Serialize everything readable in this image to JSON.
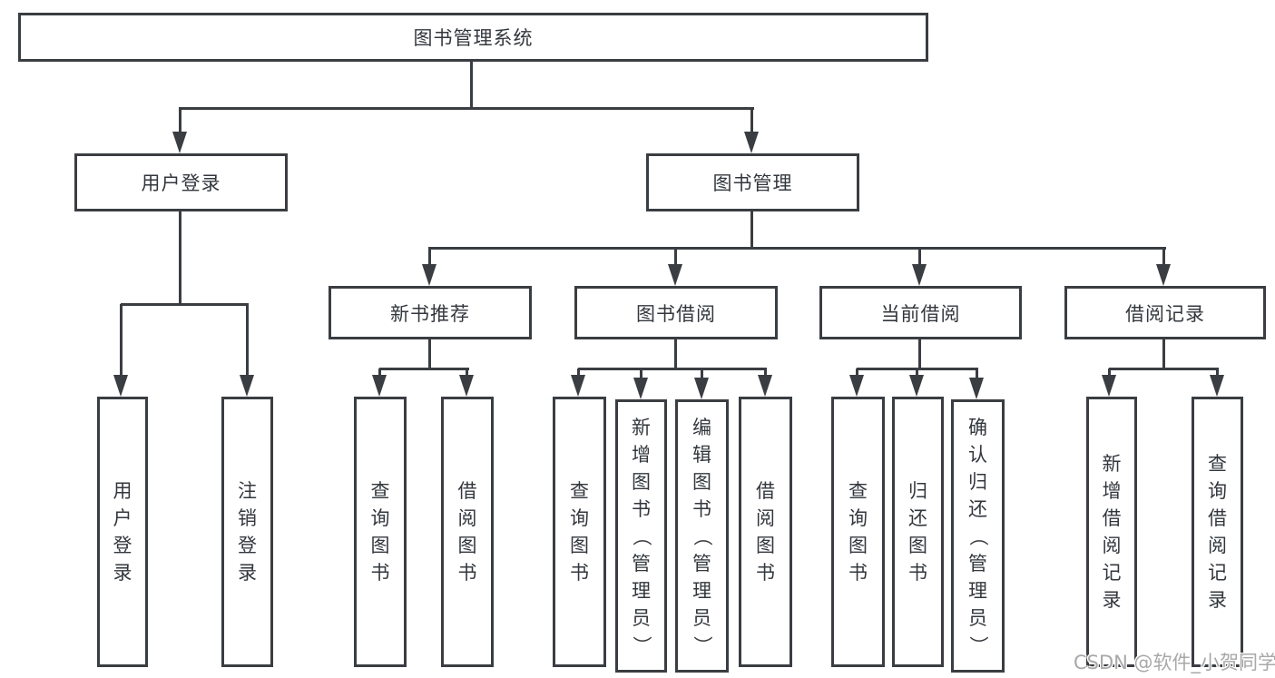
{
  "title_box": "图书管理系统",
  "level2": {
    "user_login": "用户登录",
    "book_mgmt": "图书管理"
  },
  "level3": {
    "new_books": "新书推荐",
    "book_borrow": "图书借阅",
    "current_borrow": "当前借阅",
    "borrow_records": "借阅记录"
  },
  "leaves": {
    "user_login": [
      "用户登录",
      "注销登录"
    ],
    "new_books": [
      "查询图书",
      "借阅图书"
    ],
    "book_borrow": [
      "查询图书",
      "新增图书（管理员）",
      "编辑图书（管理员）",
      "借阅图书"
    ],
    "current_borrow": [
      "查询图书",
      "归还图书",
      "确认归还（管理员）"
    ],
    "borrow_records": [
      "新增借阅记录",
      "查询借阅记录"
    ]
  },
  "watermark": "CSDN @软件_小贺同学",
  "colors": {
    "line": "#3a3d41",
    "text": "#33373d",
    "watermark": "#a8a8a8"
  }
}
